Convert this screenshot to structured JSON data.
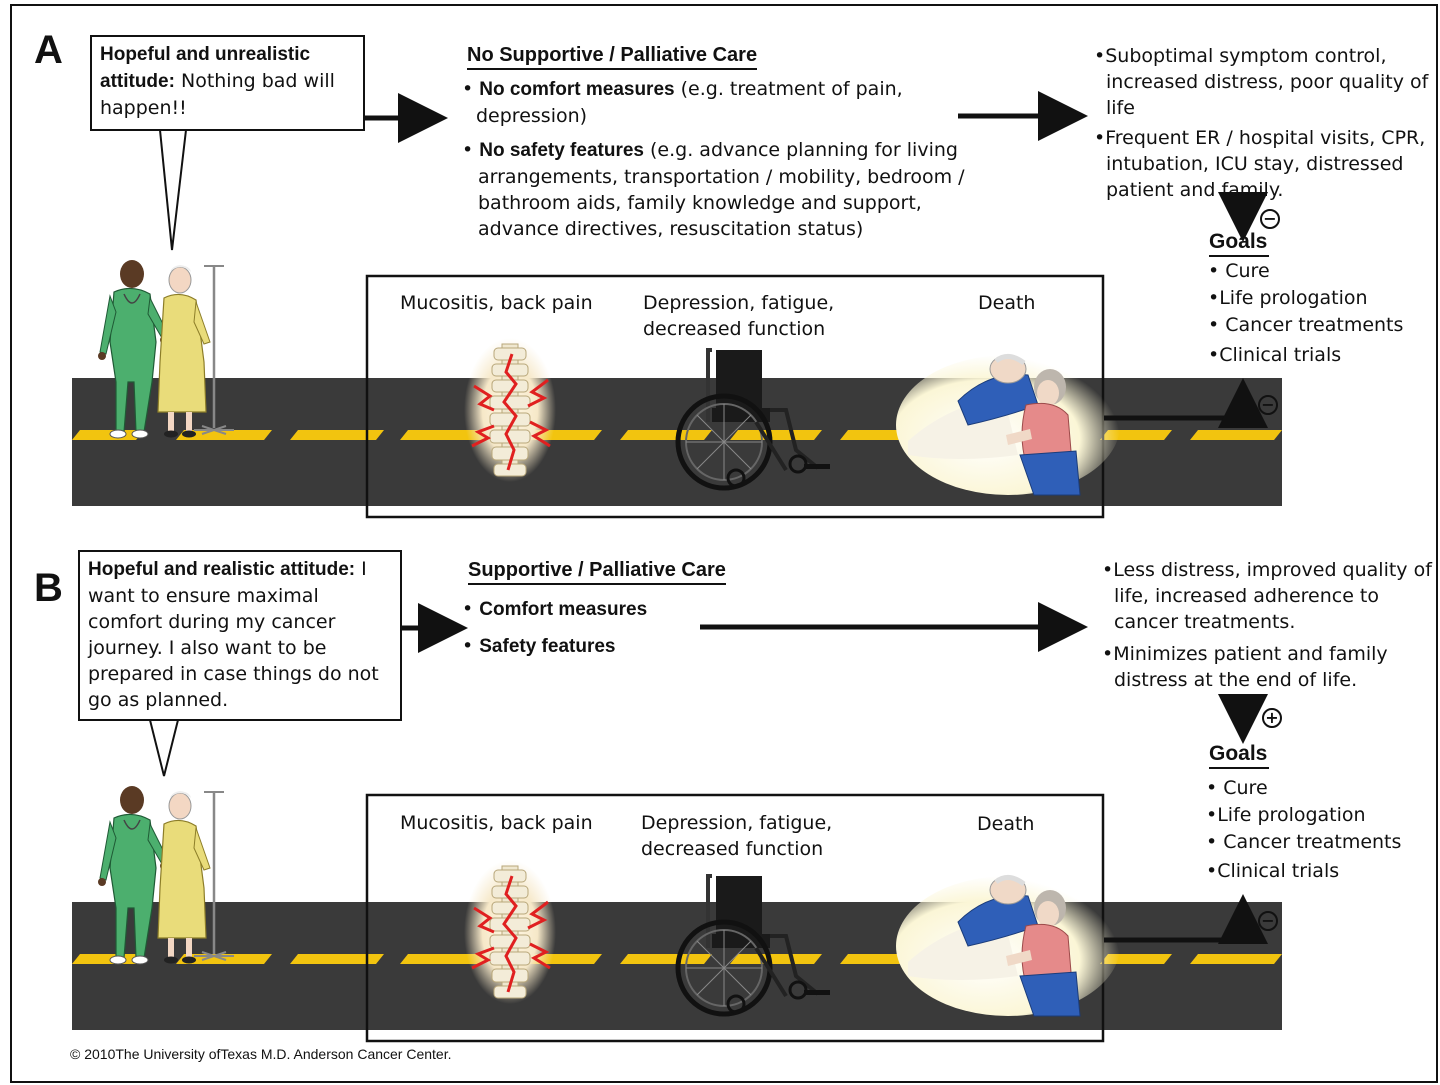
{
  "panel_a": {
    "letter": "A",
    "bubble": {
      "bold": "Hopeful and unrealistic attitude:",
      "text": " Nothing bad will happen!!"
    },
    "care_title": "No Supportive / Palliative Care",
    "care_items": [
      {
        "bold": "No comfort measures",
        "text": " (e.g. treatment of pain, depression)"
      },
      {
        "bold": "No safety features",
        "text": " (e.g. advance planning for living arrangements, transportation / mobility, bedroom / bathroom aids, family knowledge and support, advance directives, resuscitation status)"
      }
    ],
    "outcomes": [
      "Suboptimal symptom control, increased distress, poor quality of life",
      "Frequent ER / hospital visits, CPR, intubation, ICU stay, distressed patient and family."
    ],
    "goal_sign": "−",
    "goals_title": "Goals",
    "goals": [
      "Cure",
      "Life prologation",
      "Cancer treatments",
      "Clinical trials"
    ],
    "road_labels": [
      "Mucositis, back pain",
      "Depression, fatigue, decreased function",
      "Death"
    ],
    "end_sign": "−"
  },
  "panel_b": {
    "letter": "B",
    "bubble": {
      "bold": "Hopeful and realistic attitude:",
      "text": " I want to ensure maximal comfort during my cancer journey. I also want to be prepared in case things do not go as planned."
    },
    "care_title": "Supportive / Palliative Care",
    "care_items": [
      {
        "bold": "Comfort measures",
        "text": ""
      },
      {
        "bold": "Safety features",
        "text": ""
      }
    ],
    "outcomes": [
      "Less distress, improved quality of life, increased adherence to cancer treatments.",
      "Minimizes patient and family distress at the end of life."
    ],
    "goal_sign": "+",
    "goals_title": "Goals",
    "goals": [
      "Cure",
      "Life prologation",
      "Cancer treatments",
      "Clinical trials"
    ],
    "road_labels": [
      "Mucositis, back pain",
      "Depression, fatigue, decreased function",
      "Death"
    ],
    "end_sign": "−"
  },
  "copyright": "© 2010The University ofTexas M.D. Anderson Cancer Center.",
  "colors": {
    "road": "#3a3a3a",
    "road_stripe": "#f2c40f",
    "nurse_scrubs": "#4caf6e",
    "patient_gown": "#e9dc7a",
    "pain_red": "#e02020",
    "bed_blue": "#2f5fb8",
    "visitor_pink": "#e58a8a"
  },
  "icons": [
    "nurse-and-patient-illustration",
    "iv-pole-icon",
    "spine-pain-illustration",
    "wheelchair-icon",
    "deathbed-illustration"
  ]
}
